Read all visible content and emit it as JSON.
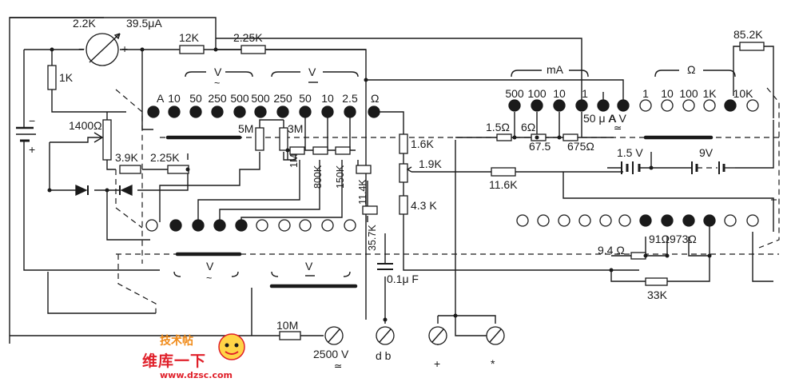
{
  "meter": {
    "resistance": "2.2K",
    "current": "39.5μA",
    "minus": "−",
    "plus": "+"
  },
  "resistors": {
    "r12k": "12K",
    "r225k_top": "2.25K",
    "r1k": "1K",
    "r1400": "1400Ω",
    "r39k": "3.9K",
    "r225k_mid": "2.25K",
    "r5m": "5M",
    "r3m": "3M",
    "r1m": "1M",
    "r800k": "800K",
    "r150k": "150K",
    "r114k": "11.4K",
    "r357k": "35.7K",
    "r16k": "1.6K",
    "r19k": "1.9K",
    "r43k": "4.3 K",
    "r116k": "11.6K",
    "r15": "1.5Ω",
    "r6": "6Ω",
    "r675": "67.5",
    "r675o": "675Ω",
    "r852k": "85.2K",
    "r94": "9.4 Ω",
    "r91": "91Ω",
    "r973": "973Ω",
    "r33k": "33K",
    "r10m": "10M",
    "cap": "0.1μ F"
  },
  "ranges": {
    "v_ac_label": "V",
    "v_dc_label": "V",
    "ma_label": "mA",
    "ohm_label": "Ω",
    "a": "A",
    "ohm_jack": "Ω",
    "ua50": "50 μ A",
    "av": "A V",
    "v_ac_values": [
      "10",
      "50",
      "250",
      "500"
    ],
    "v_dc_values": [
      "500",
      "250",
      "50",
      "10",
      "2.5"
    ],
    "ma_values": [
      "500",
      "100",
      "10",
      "1"
    ],
    "ohm_values": [
      "1",
      "10",
      "100",
      "1K",
      "10K"
    ]
  },
  "batteries": {
    "b15": "1.5 V",
    "b9": "9V"
  },
  "terminals": {
    "t2500": "2500 V",
    "db": "d b",
    "plus": "+",
    "com": "*"
  },
  "lower_switch": {
    "v_ac": "V",
    "v_dc": "V"
  },
  "side": {
    "minus": "−",
    "plus": "+"
  },
  "logo": {
    "top": "技术帖",
    "cn": "维库一下",
    "url": "www.dzsc.com"
  }
}
